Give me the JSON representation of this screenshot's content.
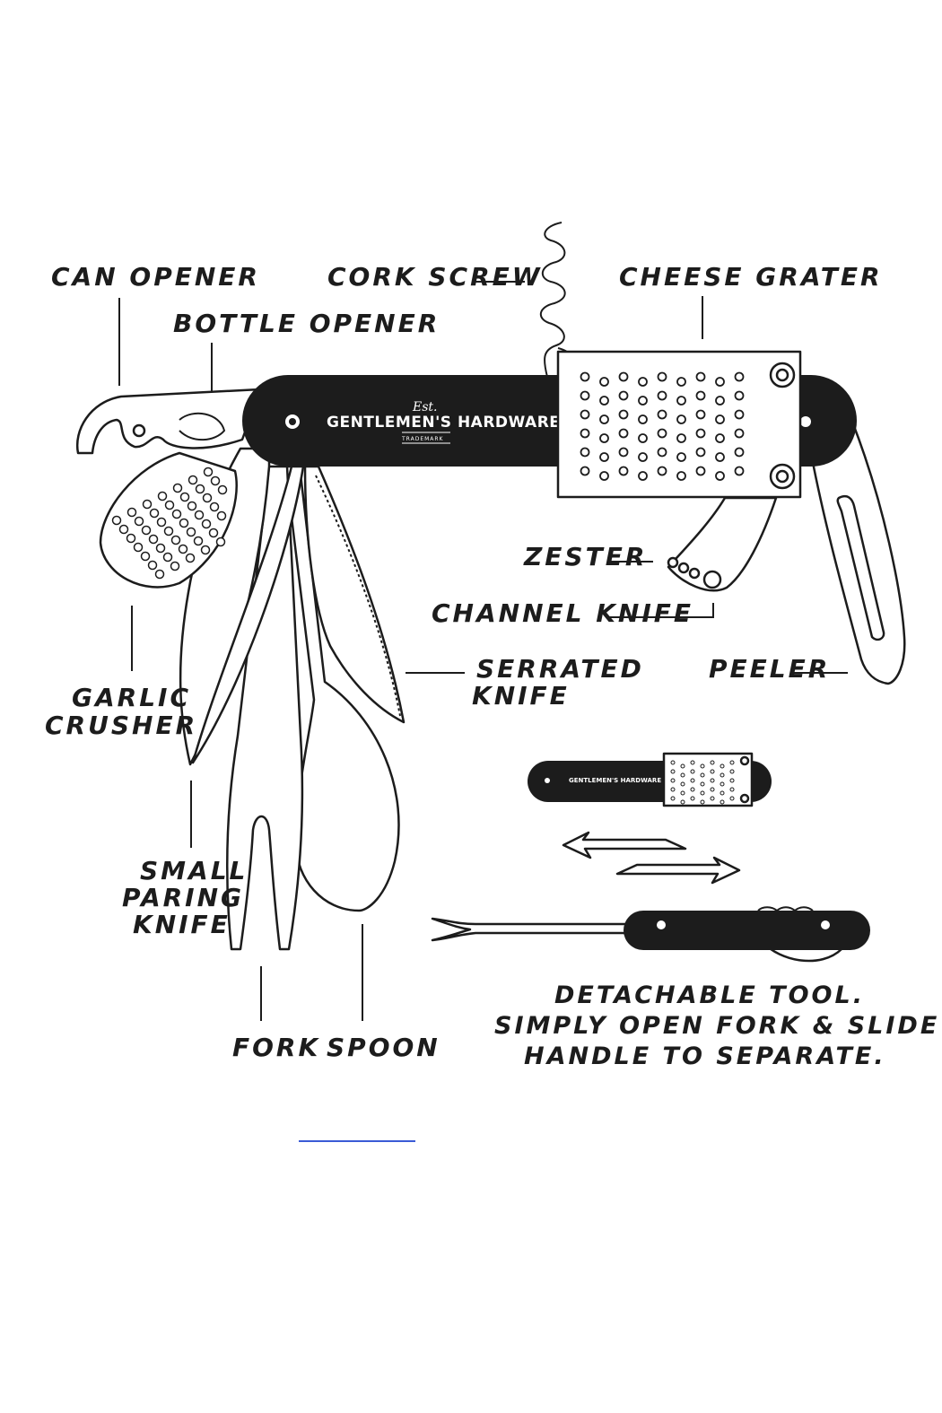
{
  "labels": {
    "can_opener": "CAN OPENER",
    "bottle_opener": "BOTTLE OPENER",
    "cork_screw": "CORK SCREW",
    "cheese_grater": "CHEESE GRATER",
    "zester": "ZESTER",
    "channel_knife": "CHANNEL KNIFE",
    "garlic_crusher": [
      "GARLIC",
      "CRUSHER"
    ],
    "serrated_knife": [
      "SERRATED",
      "KNIFE"
    ],
    "peeler": "PEELER",
    "small_paring_knife": [
      "SMALL",
      "PARING",
      "KNIFE"
    ],
    "fork": "FORK",
    "spoon": "SPOON"
  },
  "brand": {
    "script": "Est.",
    "name": "GENTLEMEN'S HARDWARE",
    "trademark": "TRADEMARK"
  },
  "caption": [
    "DETACHABLE TOOL.",
    "SIMPLY OPEN FORK & SLIDE",
    "HANDLE TO SEPARATE."
  ],
  "colors": {
    "ink": "#1c1c1c",
    "paper": "#ffffff",
    "link": "#3b5bd6"
  }
}
